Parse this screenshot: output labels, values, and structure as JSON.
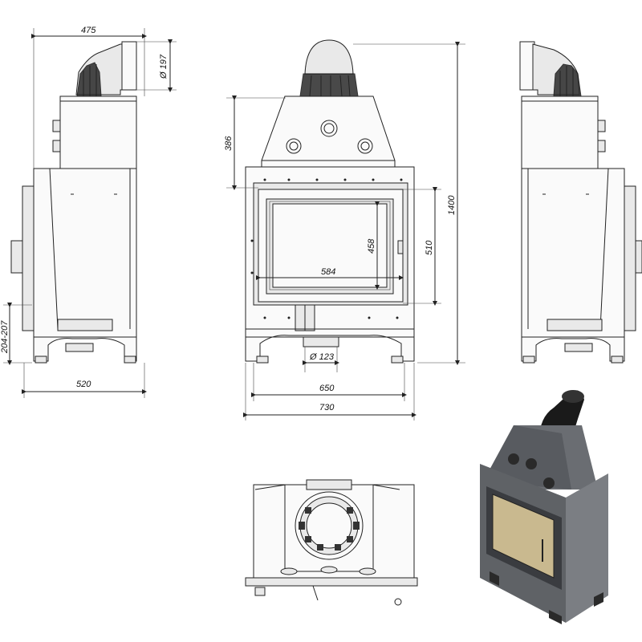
{
  "dimensions": {
    "side_depth_top": "475",
    "flue_diameter_side": "Ø 197",
    "side_base_height": "204-207",
    "side_depth_bottom": "520",
    "hood_height": "386",
    "total_height": "1400",
    "glass_height": "458",
    "door_height": "510",
    "glass_width": "584",
    "air_inlet_diameter": "Ø 123",
    "inner_width": "650",
    "overall_width": "730"
  },
  "colors": {
    "line": "#222222",
    "body_fill": "#fafafa",
    "panel_fill": "#e9e9e9",
    "render_body": "#5f6266",
    "render_glass": "#c9b98f"
  }
}
